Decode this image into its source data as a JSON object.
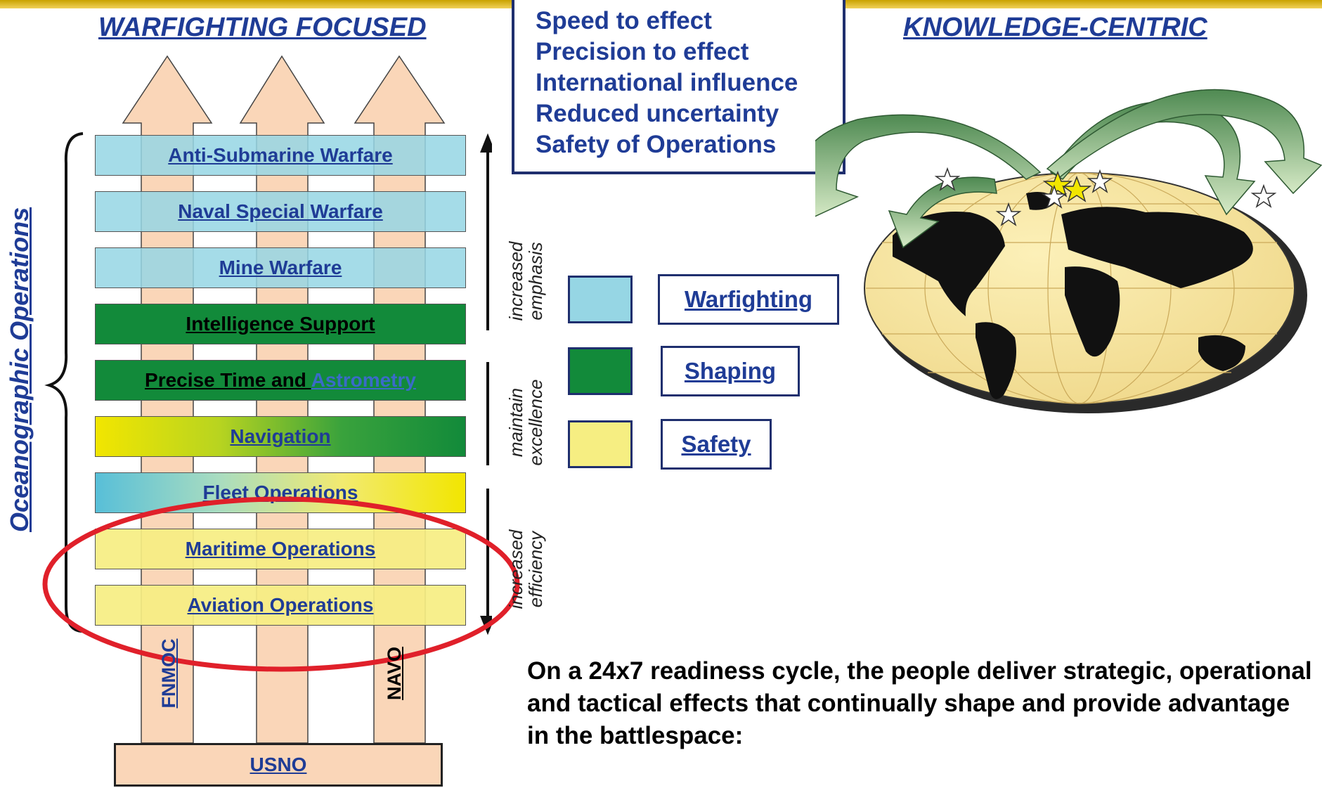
{
  "headers": {
    "left": "WARFIGHTING FOCUSED",
    "right": "KNOWLEDGE-CENTRIC"
  },
  "effects": [
    "Speed to effect",
    "Precision to effect",
    "International influence",
    "Reduced uncertainty",
    "Safety of Operations"
  ],
  "stack_label": "Oceanographic Operations",
  "bars": [
    {
      "text": "Anti-Submarine Warfare",
      "category": "Warfighting"
    },
    {
      "text": "Naval Special Warfare",
      "category": "Warfighting"
    },
    {
      "text": "Mine Warfare",
      "category": "Warfighting"
    },
    {
      "text": "Intelligence Support",
      "category": "Shaping"
    },
    {
      "text_a": "Precise Time and ",
      "text_b": "Astrometry",
      "category": "Shaping"
    },
    {
      "text": "Navigation",
      "category": "Safety/Shaping"
    },
    {
      "text": "Fleet Operations",
      "category": "Warfighting/Safety"
    },
    {
      "text": "Maritime Operations",
      "category": "Safety"
    },
    {
      "text": "Aviation Operations",
      "category": "Safety"
    }
  ],
  "side_labels": {
    "emphasis": [
      "increased",
      "emphasis"
    ],
    "excellence": [
      "maintain",
      "excellence"
    ],
    "efficiency": [
      "increased",
      "efficiency"
    ]
  },
  "legend": [
    "Warfighting",
    "Shaping",
    "Safety"
  ],
  "legend_colors": {
    "Warfighting": "#96d6e4",
    "Shaping": "#128a3a",
    "Safety": "#f6ee82"
  },
  "centers": {
    "left": "FNMOC",
    "right": "NAVO",
    "base": "USNO"
  },
  "description": "On a 24x7 readiness cycle, the people deliver strategic, operational and tactical effects that continually shape and provide advantage in the battlespace:",
  "colors": {
    "text_blue": "#1f3c96",
    "box_border": "#1f2f6e",
    "highlight_ellipse": "#e0202a",
    "arrow_fill": "#fad6b8"
  }
}
